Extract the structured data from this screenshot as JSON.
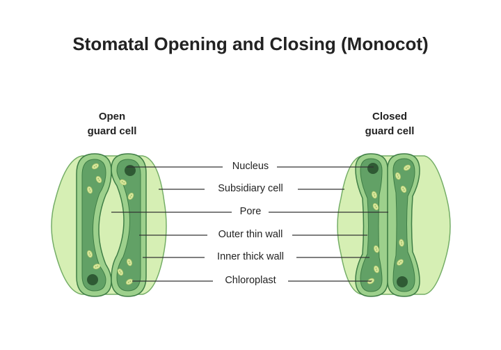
{
  "title": "Stomatal Opening and Closing (Monocot)",
  "open_caption": [
    "Open",
    "guard cell"
  ],
  "closed_caption": [
    "Closed",
    "guard cell"
  ],
  "labels": [
    "Nucleus",
    "Subsidiary cell",
    "Pore",
    "Outer thin wall",
    "Inner thick wall",
    "Chloroplast"
  ],
  "colors": {
    "subsidiary": "#d6efb4",
    "wall": "#9dd08c",
    "protoplast": "#62a166",
    "stroke": "#3e7d45",
    "nucleus": "#2f5a34",
    "chloroplast": "#d9e8a0"
  }
}
